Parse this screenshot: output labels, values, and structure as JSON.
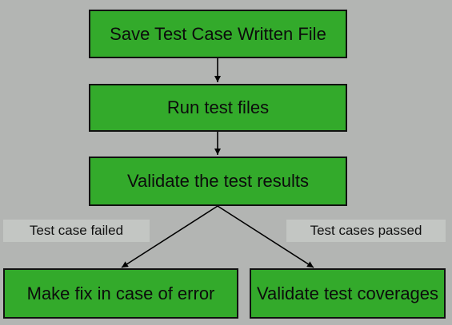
{
  "nodes": {
    "save": "Save Test Case Written File",
    "run": "Run test files",
    "validate": "Validate the test results",
    "fix": "Make fix in case of error",
    "coverage": "Validate test coverages"
  },
  "edge_labels": {
    "failed": "Test case failed",
    "passed": "Test cases passed"
  },
  "colors": {
    "background": "#b3b5b3",
    "node_fill": "#33aa2b",
    "node_border": "#111111",
    "label_fill": "#c3c6c3"
  }
}
